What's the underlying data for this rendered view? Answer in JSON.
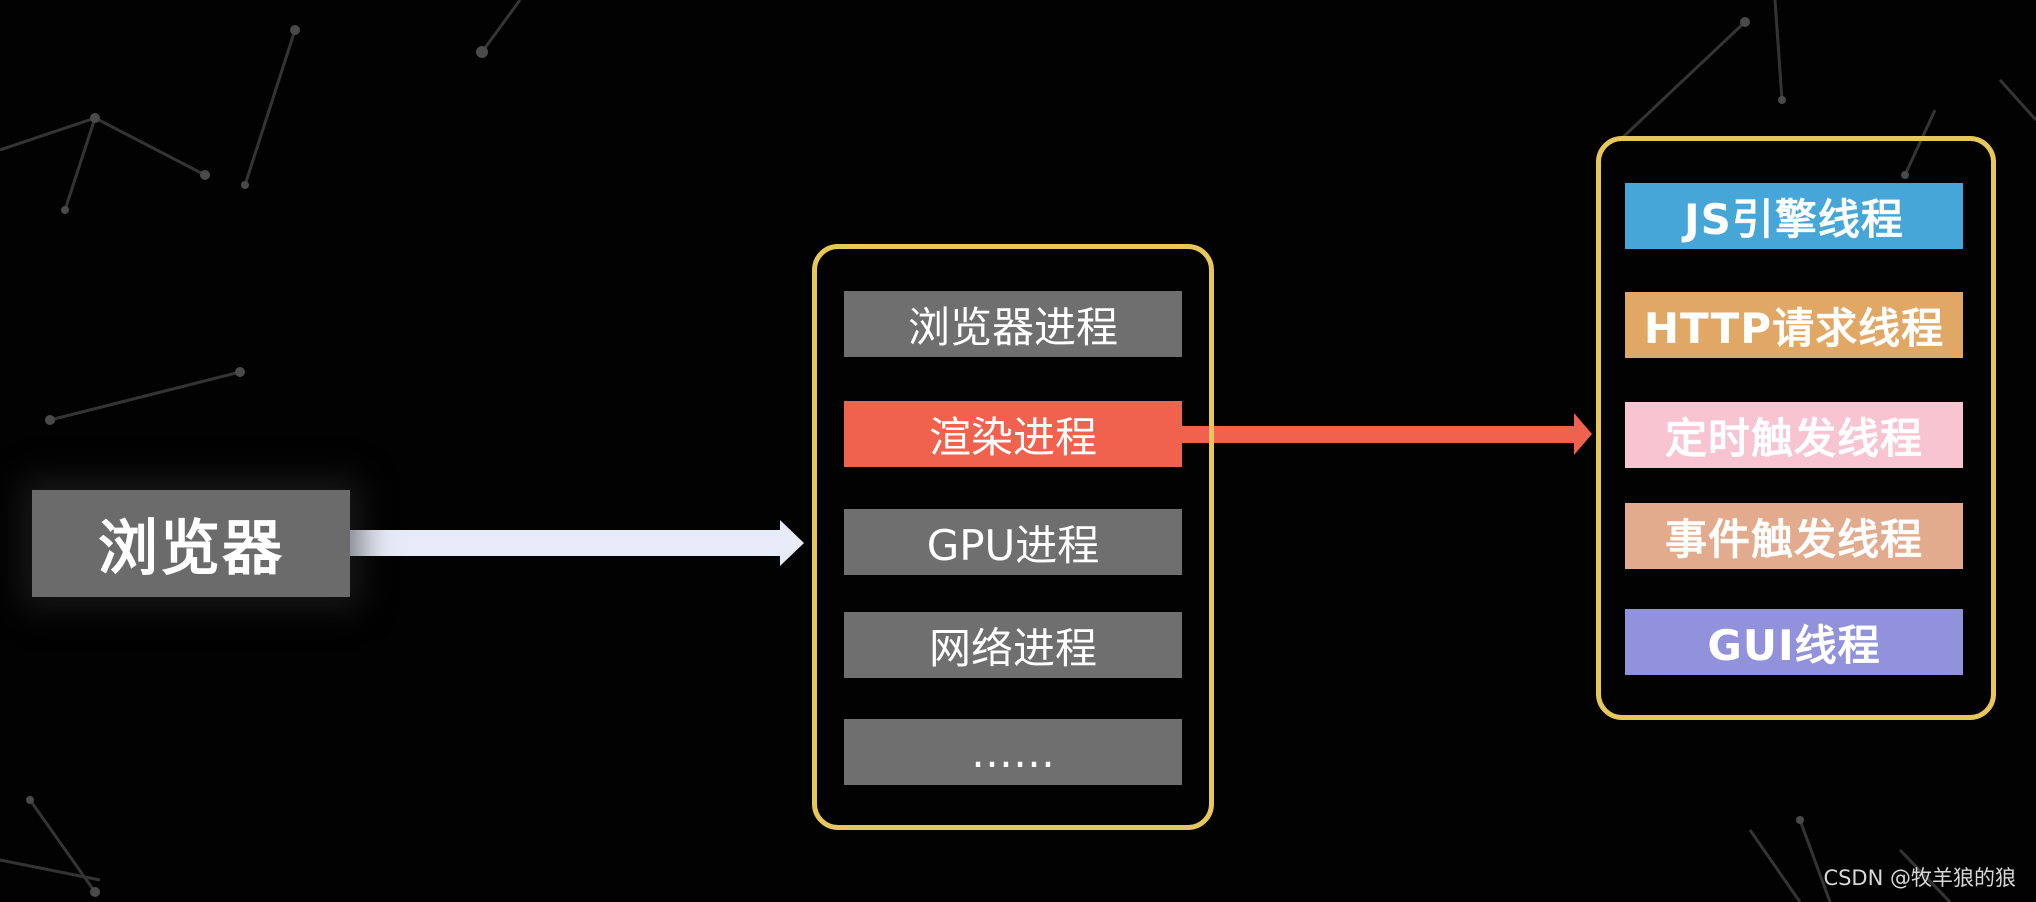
{
  "browser": {
    "label": "浏览器"
  },
  "processes": [
    {
      "label": "浏览器进程",
      "color": "#6f6f6f"
    },
    {
      "label": "渲染进程",
      "color": "#f0624d"
    },
    {
      "label": "GPU进程",
      "color": "#6f6f6f"
    },
    {
      "label": "网络进程",
      "color": "#6f6f6f"
    },
    {
      "label": "……",
      "color": "#6f6f6f"
    }
  ],
  "threads": [
    {
      "label": "JS引擎线程",
      "color": "#46a6d8"
    },
    {
      "label": "HTTP请求线程",
      "color": "#e1a865"
    },
    {
      "label": "定时触发线程",
      "color": "#f9c4d2"
    },
    {
      "label": "事件触发线程",
      "color": "#e3ab8d"
    },
    {
      "label": "GUI线程",
      "color": "#9191dc"
    }
  ],
  "arrow_colors": {
    "browser_to_processes": "#e7eaf7",
    "render_to_threads": "#f0624d"
  },
  "frame_color": "#e7c75a",
  "watermark": "CSDN @牧羊狼的狼"
}
